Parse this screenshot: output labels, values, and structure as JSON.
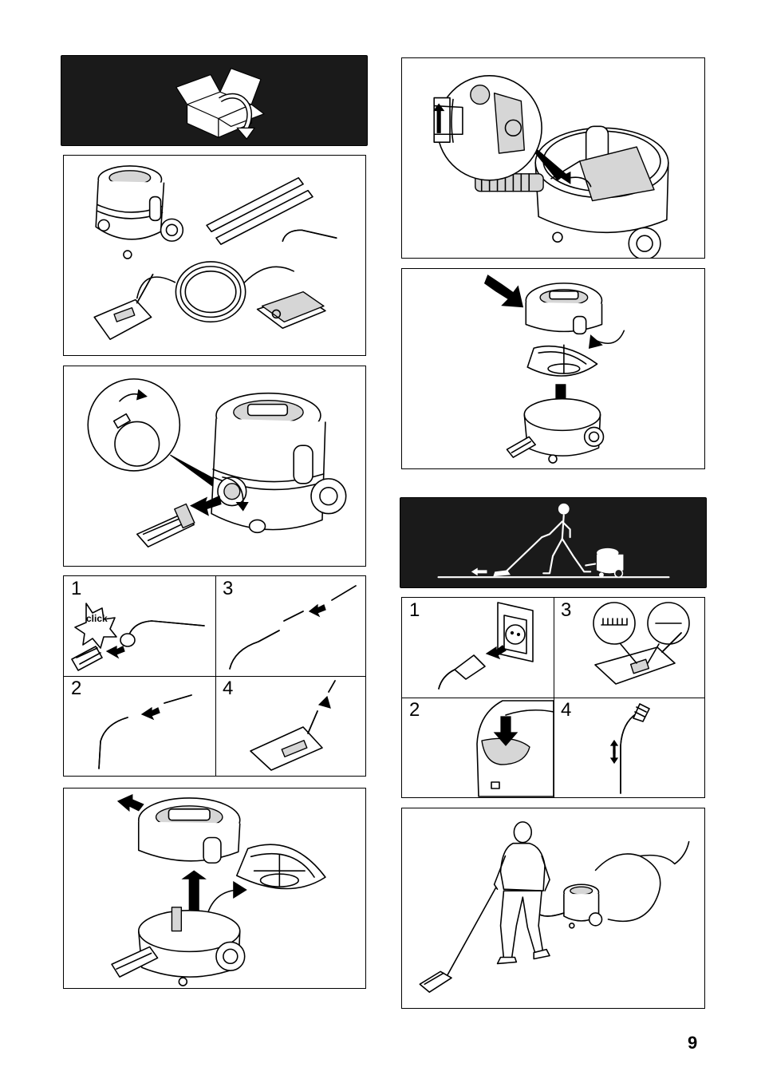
{
  "page": {
    "number": "9"
  },
  "assembly_steps": [
    {
      "label": "1",
      "click_text": "click"
    },
    {
      "label": "2"
    },
    {
      "label": "3"
    },
    {
      "label": "4"
    }
  ],
  "operation_steps": [
    {
      "label": "1"
    },
    {
      "label": "2"
    },
    {
      "label": "3"
    },
    {
      "label": "4"
    }
  ],
  "icons": {
    "unpack": "open-box-icon",
    "operation": "vacuuming-person-icon",
    "carpet": "brush-strip-icon",
    "hard_floor": "flat-line-icon"
  },
  "colors": {
    "header_background": "#1a1a1a",
    "line": "#000000",
    "fill_gray": "#d6d6d6"
  }
}
